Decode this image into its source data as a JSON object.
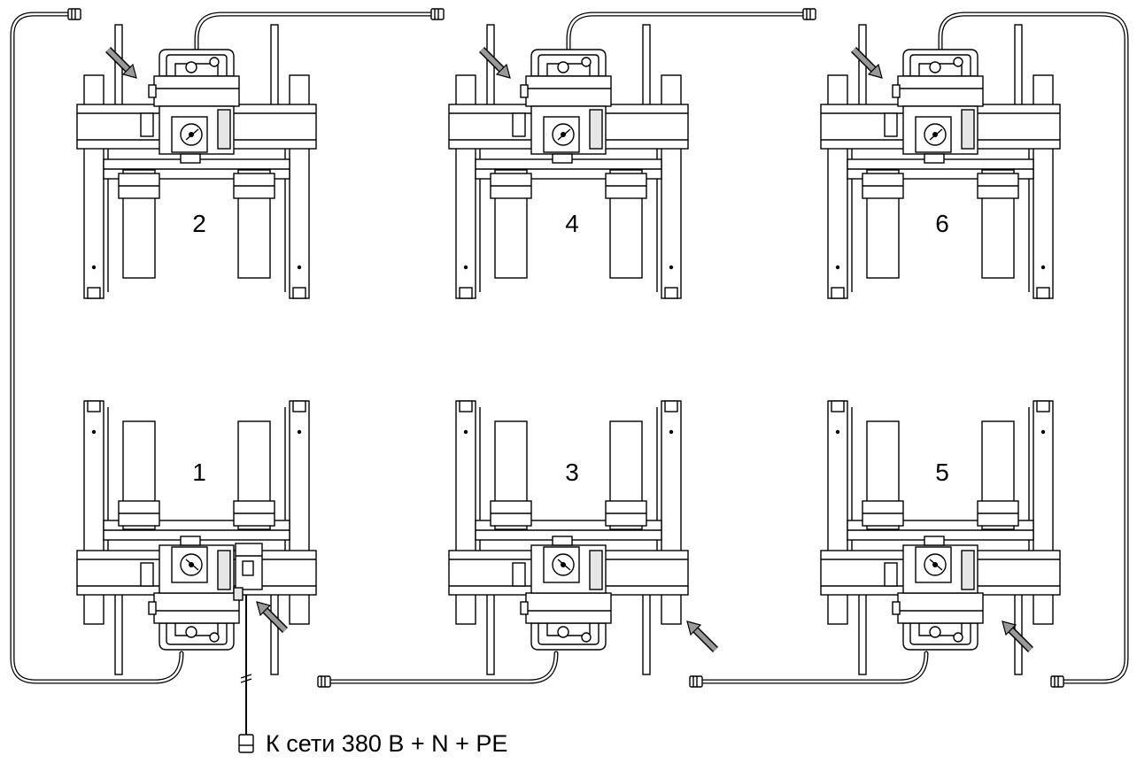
{
  "units": [
    {
      "number": "1"
    },
    {
      "number": "2"
    },
    {
      "number": "3"
    },
    {
      "number": "4"
    },
    {
      "number": "5"
    },
    {
      "number": "6"
    }
  ],
  "power_label": "К сети 380 В + N + PE",
  "icons": [
    "arrow-icon",
    "plug-icon",
    "connector-icon"
  ],
  "colors": {
    "line": "#000000",
    "background": "#ffffff",
    "arrow": "#999999"
  }
}
